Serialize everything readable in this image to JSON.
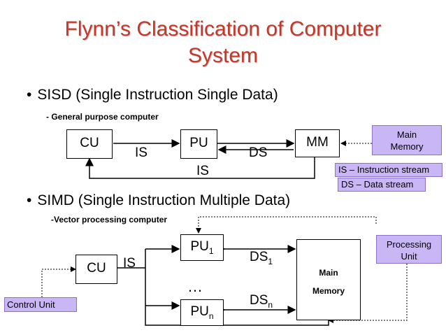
{
  "title_line1": "Flynn’s Classification of Computer",
  "title_line2": "System",
  "sisd": {
    "bullet": "SISD (Single Instruction Single Data)",
    "subtitle": "- General purpose computer",
    "cu": "CU",
    "pu": "PU",
    "mm": "MM",
    "is_label": "IS",
    "ds_label": "DS",
    "is_feedback": "IS",
    "note_mm_line1": "Main",
    "note_mm_line2": "Memory",
    "note_is": "IS – Instruction stream",
    "note_ds": "DS – Data stream"
  },
  "simd": {
    "bullet": "SIMD (Single Instruction Multiple Data)",
    "subtitle": "-Vector processing computer",
    "cu": "CU",
    "is_label": "IS",
    "pu1_base": "PU",
    "pu1_sub": "1",
    "pun_base": "PU",
    "pun_sub": "n",
    "ellipsis": "…",
    "ds1_base": "DS",
    "ds1_sub": "1",
    "dsn_base": "DS",
    "dsn_sub": "n",
    "mm_line1": "Main",
    "mm_line2": "Memory",
    "note_pu_line1": "Processing",
    "note_pu_line2": "Unit",
    "note_cu": "Control Unit"
  }
}
